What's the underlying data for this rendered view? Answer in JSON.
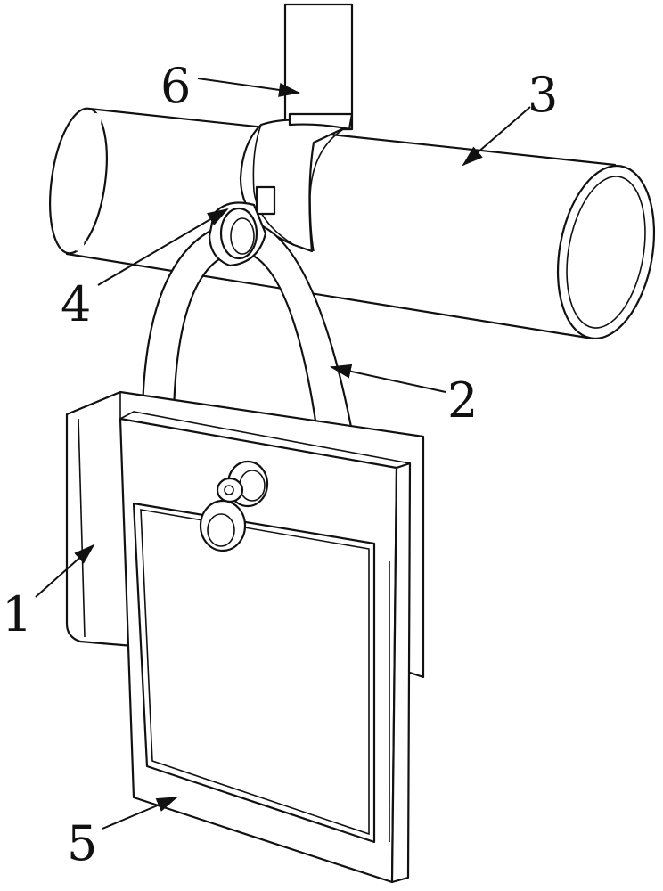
{
  "figure": {
    "labels": {
      "housing": "1",
      "hook": "2",
      "pipe": "3",
      "hinge_ring": "4",
      "front_cover": "5",
      "strap": "6"
    }
  }
}
